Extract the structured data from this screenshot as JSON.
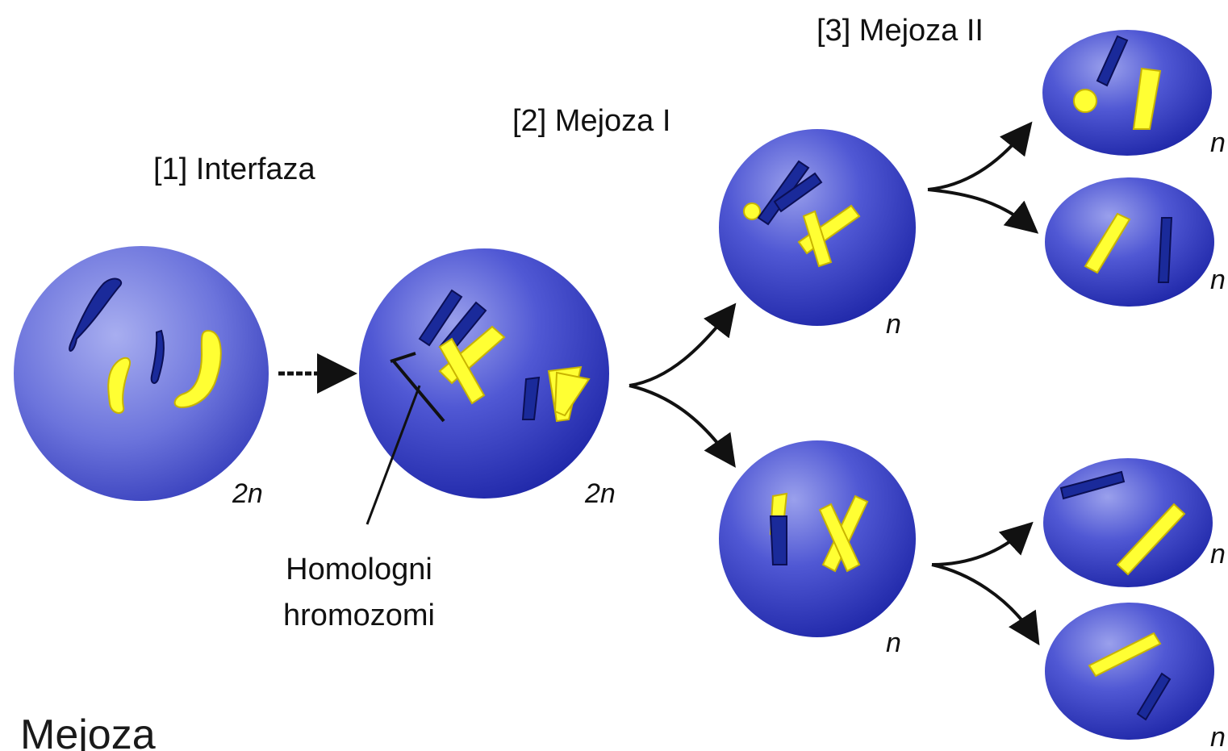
{
  "labels": {
    "interphase": "[1] Interfaza",
    "meiosis1": "[2] Mejoza I",
    "meiosis2": "[3] Mejoza II",
    "homologous": "Homologni",
    "chromosomes": "hromozomi",
    "title": "Mejoza"
  },
  "ploidy": {
    "diploid": "2n",
    "haploid": "n"
  },
  "colors": {
    "cell": "#3a44c8",
    "cell_light": "#8a90e8",
    "chromosome_yellow": "#ffff33",
    "chromosome_blue": "#1a2a9a",
    "text": "#111111"
  }
}
